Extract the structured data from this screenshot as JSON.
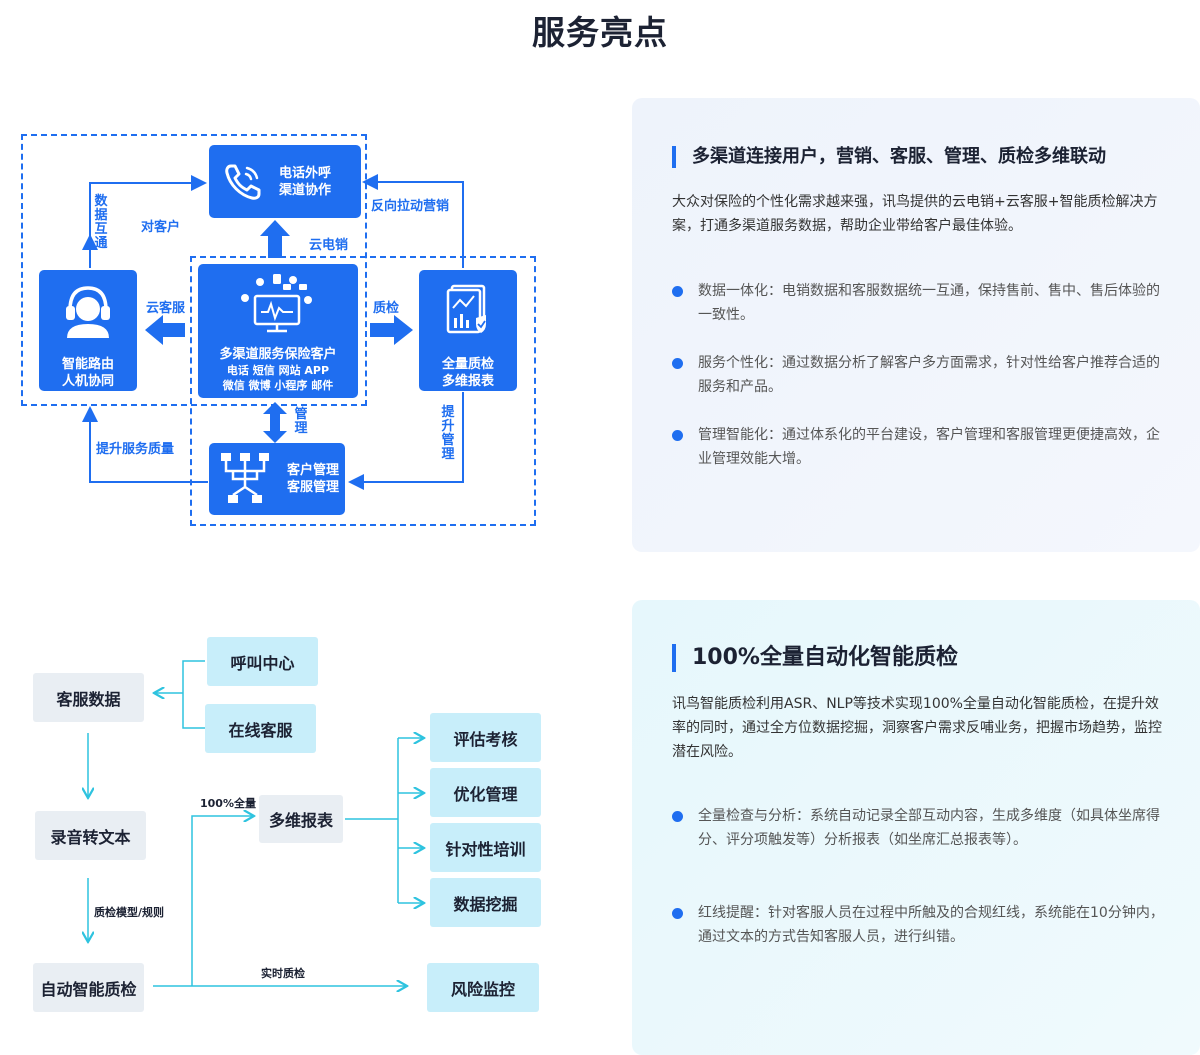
{
  "page_title": "服务亮点",
  "diagram1": {
    "phone_box": {
      "line1": "电话外呼",
      "line2": "渠道协作"
    },
    "center_box": {
      "title": "多渠道服务保险客户",
      "sub1": "电话 短信 网站 APP",
      "sub2": "微信 微博 小程序 邮件"
    },
    "agent_box": {
      "line1": "智能路由",
      "line2": "人机协同"
    },
    "report_box": {
      "line1": "全量质检",
      "line2": "多维报表"
    },
    "crm_box": {
      "line1": "客户管理",
      "line2": "客服管理"
    },
    "labels": {
      "data_sync": "数据互通",
      "to_customer": "对客户",
      "reverse_marketing": "反向拉动营销",
      "cloud_sales": "云电销",
      "cloud_service": "云客服",
      "quality_check": "质检",
      "manage": "管理",
      "improve_management": "提升管理",
      "improve_quality": "提升服务质量"
    }
  },
  "diagram2": {
    "customer_data": "客服数据",
    "call_center": "呼叫中心",
    "online_service": "在线客服",
    "speech_to_text": "录音转文本",
    "qc_rules_label": "质检模型/规则",
    "auto_qc": "自动智能质检",
    "full_label": "100%全量",
    "multi_report": "多维报表",
    "realtime_label": "实时质检",
    "risk_monitor": "风险监控",
    "outputs": [
      "评估考核",
      "优化管理",
      "针对性培训",
      "数据挖掘"
    ]
  },
  "card1": {
    "title": "多渠道连接用户，营销、客服、管理、质检多维联动",
    "desc": "大众对保险的个性化需求越来强，讯鸟提供的云电销+云客服+智能质检解决方案，打通多渠道服务数据，帮助企业带给客户最佳体验。",
    "bullets": [
      "数据一体化：电销数据和客服数据统一互通，保持售前、售中、售后体验的一致性。",
      "服务个性化：通过数据分析了解客户多方面需求，针对性给客户推荐合适的服务和产品。",
      "管理智能化：通过体系化的平台建设，客户管理和客服管理更便捷高效，企业管理效能大增。"
    ]
  },
  "card2": {
    "title": "100%全量自动化智能质检",
    "desc": "讯鸟智能质检利用ASR、NLP等技术实现100%全量自动化智能质检，在提升效率的同时，通过全方位数据挖掘，洞察客户需求反哺业务，把握市场趋势，监控潜在风险。",
    "bullets": [
      "全量检查与分析：系统自动记录全部互动内容，生成多维度（如具体坐席得分、评分项触发等）分析报表（如坐席汇总报表等）。",
      "红线提醒：针对客服人员在过程中所触及的合规红线，系统能在10分钟内，通过文本的方式告知客服人员，进行纠错。"
    ]
  },
  "colors": {
    "primary": "#1f6ef0",
    "teal": "#2ec3df",
    "light_box": "#c8eefa",
    "grey_box": "#e9eef3"
  }
}
